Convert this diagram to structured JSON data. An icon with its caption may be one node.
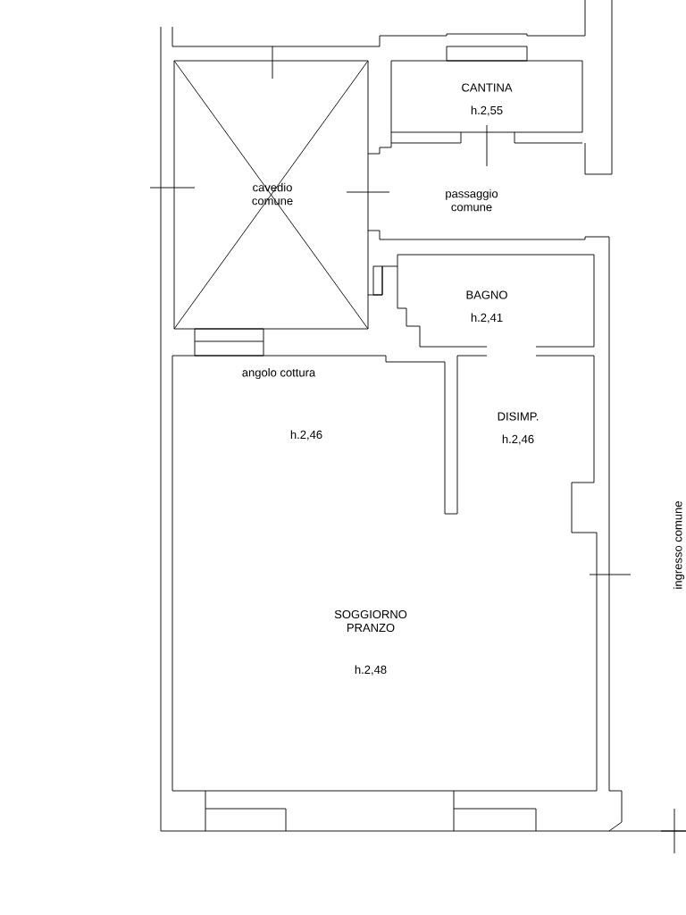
{
  "diagram": {
    "labels": [
      "CANTINA",
      "h.2,55",
      "cavedio comune",
      "passaggio comune",
      "BAGNO",
      "h.2,41",
      "angolo cottura",
      "DISIMP.",
      "h.2,46",
      "h.2,46",
      "ingresso comune",
      "SOGGIORNO PRANZO",
      "h.2,48"
    ]
  }
}
